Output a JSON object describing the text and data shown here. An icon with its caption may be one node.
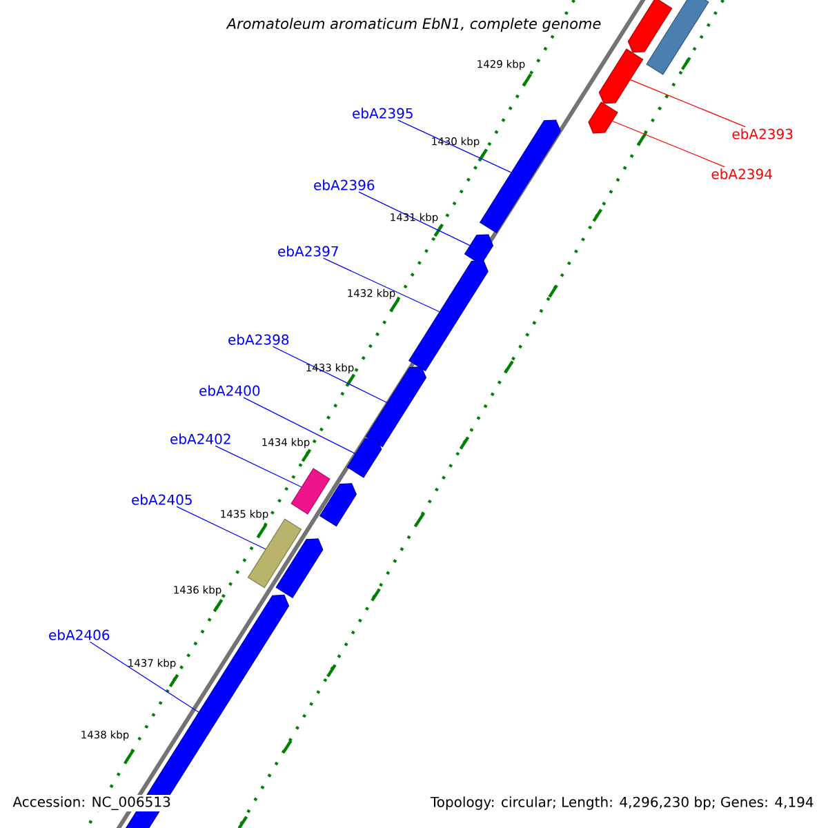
{
  "diagram": {
    "title": "Aromatoleum aromaticum EbN1, complete genome",
    "nodes": [
      {
        "text": [
          "ebA2393"
        ]
      },
      {
        "text": [
          "ebA2394"
        ]
      },
      {
        "text": [
          "ebA2395"
        ]
      },
      {
        "text": [
          "ebA2396"
        ]
      },
      {
        "text": [
          "ebA2397"
        ]
      },
      {
        "text": [
          "ebA2398"
        ]
      },
      {
        "text": [
          "ebA2400"
        ]
      },
      {
        "text": [
          "ebA2402"
        ]
      },
      {
        "text": [
          "ebA2405"
        ]
      },
      {
        "text": [
          "ebA2406"
        ]
      },
      {
        "text": [],
        "shape": "arrow"
      },
      {
        "text": [],
        "shape": "arrow"
      },
      {
        "text": [],
        "shape": "bar"
      },
      {
        "text": [],
        "shape": "arrow"
      },
      {
        "text": [],
        "shape": "arrow"
      },
      {
        "text": [],
        "shape": "arrow"
      },
      {
        "text": [],
        "shape": "arrow"
      },
      {
        "text": [],
        "shape": "arrow"
      },
      {
        "text": [],
        "shape": "arrow"
      },
      {
        "text": [],
        "shape": "bar"
      },
      {
        "text": [],
        "shape": "arrow"
      },
      {
        "text": [],
        "shape": "bar"
      },
      {
        "text": [],
        "shape": "arrow"
      },
      {
        "text": [],
        "shape": "arrow"
      }
    ],
    "edges": [
      {
        "from": 0,
        "to": 11,
        "arrow": "none",
        "color": "#ff0000"
      },
      {
        "from": 1,
        "to": 13,
        "arrow": "none",
        "color": "#ff0000"
      },
      {
        "from": 2,
        "to": 14,
        "arrow": "none"
      },
      {
        "from": 3,
        "to": 15,
        "arrow": "none"
      },
      {
        "from": 4,
        "to": 16,
        "arrow": "none"
      },
      {
        "from": 5,
        "to": 17,
        "arrow": "none"
      },
      {
        "from": 6,
        "to": 18,
        "arrow": "none"
      },
      {
        "from": 7,
        "to": 19,
        "arrow": "none"
      },
      {
        "from": 8,
        "to": 21,
        "arrow": "none"
      },
      {
        "from": 9,
        "to": 23,
        "arrow": "none"
      }
    ],
    "labels": [
      "1429 kbp",
      "1430 kbp",
      "1431 kbp",
      "1432 kbp",
      "1433 kbp",
      "1434 kbp",
      "1435 kbp",
      "1436 kbp",
      "1437 kbp",
      "1438 kbp",
      "Accession: NC_006513",
      "Topology: circular; Length: 4,296,230 bp; Genes: 4,194"
    ]
  }
}
